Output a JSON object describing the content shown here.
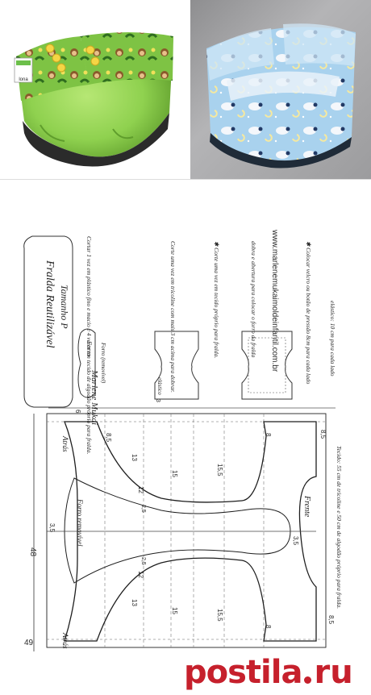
{
  "pattern": {
    "title": "Fralda Reutilizável",
    "size": "Tamanho P",
    "website": "www.marlenemukaimoldeinfantil.com.br",
    "signature": "Marlene Mukai",
    "photo_tag": "lona",
    "instructions": {
      "main_fabric": "Cortar 1 vez em plástico fino e macio e 4 vezes em tecido de algodão próprio para fralda.",
      "liner_label": "Forro",
      "liner_label_alt": "Forro (removível)",
      "tricoline": "Corte uma vez em tricoline com mais 3 cm acima para dobrar.",
      "second_fabric": "✱ Corte uma vez em tecido próprio para fralda.",
      "opening": "dobra e abertura para colocar o forro da fralda",
      "velcro": "✱ Colocar velcro ou botão de pressão 8cm para cada lado",
      "elastic_label": "elástico",
      "elastic_note": "elástico: 10 cm para cada lado",
      "fabric_note": "Tecido: 55 cm de tricoline e 50 cm de algodão próprio para fralda."
    },
    "labels": {
      "front": "Frente",
      "back": "Atrás",
      "removable_liner": "Forro removível"
    },
    "measurements": {
      "overall_height": "48",
      "overall_width": "49",
      "wing_width": "8,5",
      "wing_depth": "6",
      "inner_height": "13",
      "center_height": "15",
      "front_height": "15,5",
      "mid": "12",
      "small_mid": "2,5",
      "edge_small": "8",
      "liner_edge": "3,5",
      "elastic_gap": "3"
    }
  },
  "footer": {
    "logo_text": "postila",
    "logo_tld": "ru"
  },
  "colors": {
    "diaper_green": "#8fd14f",
    "diaper_blue": "#a9d2ee",
    "brand_red": "#c6202c"
  }
}
